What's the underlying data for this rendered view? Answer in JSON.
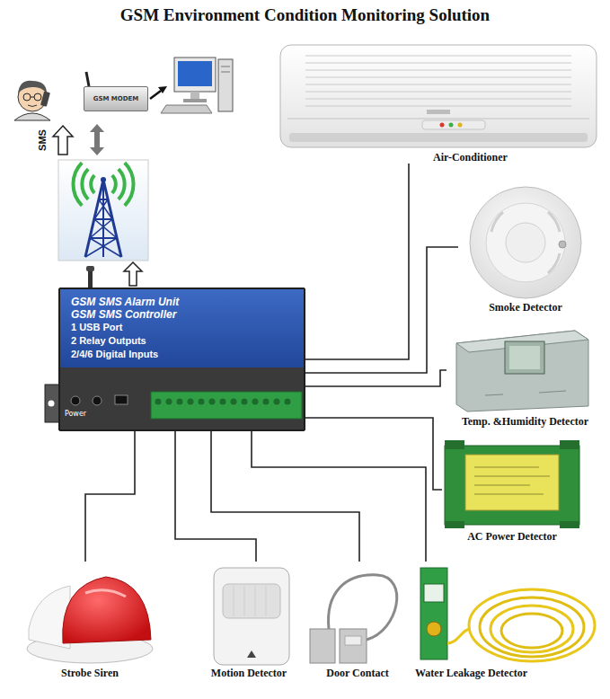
{
  "diagram": {
    "title": "GSM Environment Condition Monitoring Solution",
    "nodes": [
      {
        "text": [
          "GSM MODEM"
        ]
      },
      {
        "text": [
          "Air-Conditioner"
        ]
      },
      {
        "text": [
          "GSM SMS Alarm Unit",
          "GSM SMS Controller",
          "1 USB Port",
          "2 Relay Outputs",
          "2/4/6 Digital Inputs"
        ]
      },
      {
        "text": [
          "Smoke Detector"
        ]
      },
      {
        "text": [
          "Temp. &Humidity Detector"
        ]
      },
      {
        "text": [
          "AC Power Detector"
        ]
      },
      {
        "text": [
          "Strobe Siren"
        ]
      },
      {
        "text": [
          "Motion Detector"
        ]
      },
      {
        "text": [
          "Door Contact"
        ]
      },
      {
        "text": [
          "Water Leakage Detector"
        ]
      }
    ],
    "edges": [
      {
        "from": 2,
        "to": 1,
        "arrow": "none"
      },
      {
        "from": 2,
        "to": 3,
        "arrow": "none"
      },
      {
        "from": 2,
        "to": 4,
        "arrow": "none"
      },
      {
        "from": 2,
        "to": 5,
        "arrow": "none"
      },
      {
        "from": 2,
        "to": 6,
        "arrow": "none"
      },
      {
        "from": 2,
        "to": 7,
        "arrow": "none"
      },
      {
        "from": 2,
        "to": 8,
        "arrow": "none"
      },
      {
        "from": 2,
        "to": 9,
        "arrow": "none"
      }
    ],
    "labels": [
      "SMS",
      "Power"
    ]
  }
}
